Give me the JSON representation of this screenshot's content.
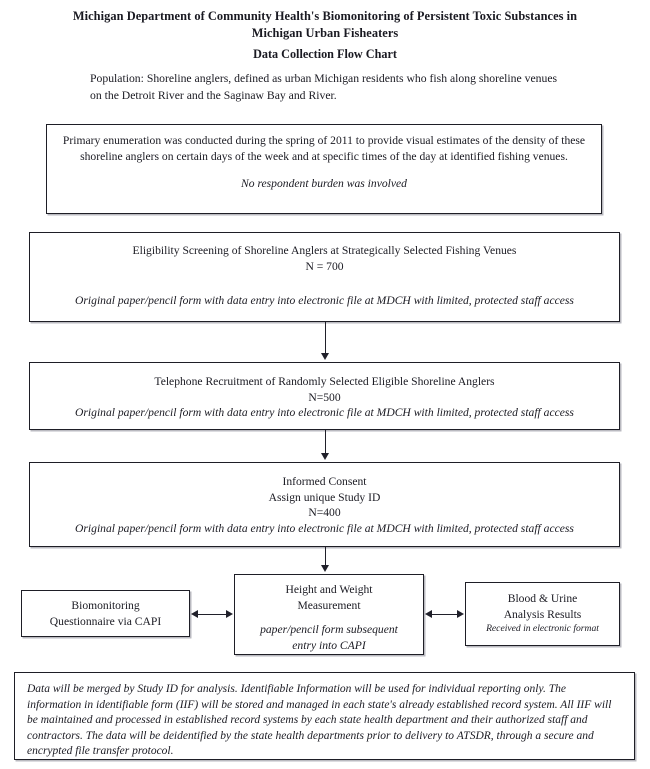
{
  "header": {
    "title": "Michigan Department of Community Health's Biomonitoring of Persistent Toxic Substances in Michigan Urban Fisheaters",
    "subtitle": "Data Collection Flow Chart",
    "population": "Population:  Shoreline anglers, defined as urban Michigan residents who fish along shoreline venues on the Detroit River and the Saginaw Bay and River."
  },
  "flow": {
    "enumeration": {
      "body": "Primary enumeration was conducted during the spring of 2011 to provide visual estimates of the density of these shoreline anglers on certain days of the week and at specific times of the day at identified fishing venues.",
      "note": "No respondent burden was involved"
    },
    "eligibility": {
      "title": "Eligibility Screening of Shoreline Anglers at Strategically Selected Fishing Venues",
      "count": "N = 700",
      "note": "Original paper/pencil form with data entry into electronic file at MDCH with limited, protected staff access"
    },
    "recruitment": {
      "title": "Telephone Recruitment of Randomly Selected Eligible Shoreline Anglers",
      "count": "N=500",
      "note": "Original paper/pencil form with data entry into electronic file at MDCH with limited, protected staff access"
    },
    "consent": {
      "title": "Informed Consent",
      "subtitle": "Assign unique Study ID",
      "count": "N=400",
      "note": "Original paper/pencil form with data entry into electronic file at MDCH with limited, protected staff access"
    },
    "questionnaire": {
      "line1": "Biomonitoring",
      "line2": "Questionnaire via CAPI"
    },
    "measurement": {
      "line1": "Height and Weight",
      "line2": "Measurement",
      "note1": "paper/pencil form subsequent",
      "note2": "entry into CAPI"
    },
    "labresults": {
      "line1": "Blood & Urine",
      "line2": "Analysis Results",
      "note": "Received in electronic format"
    },
    "disclosure": "Data will be merged by Study ID for analysis.  Identifiable Information will be used for individual reporting only. The information in identifiable form (IIF) will be stored and managed in each state's already established record system. All IIF will be maintained and processed in established record systems by each state health department and their authorized staff and contractors. The data will be deidentified by the state health departments prior to delivery to ATSDR, through a secure and encrypted file transfer protocol."
  },
  "colors": {
    "ink": "#1a1a22",
    "border": "#1e1e26",
    "page": "#ffffff",
    "shadow": "#82828c"
  }
}
